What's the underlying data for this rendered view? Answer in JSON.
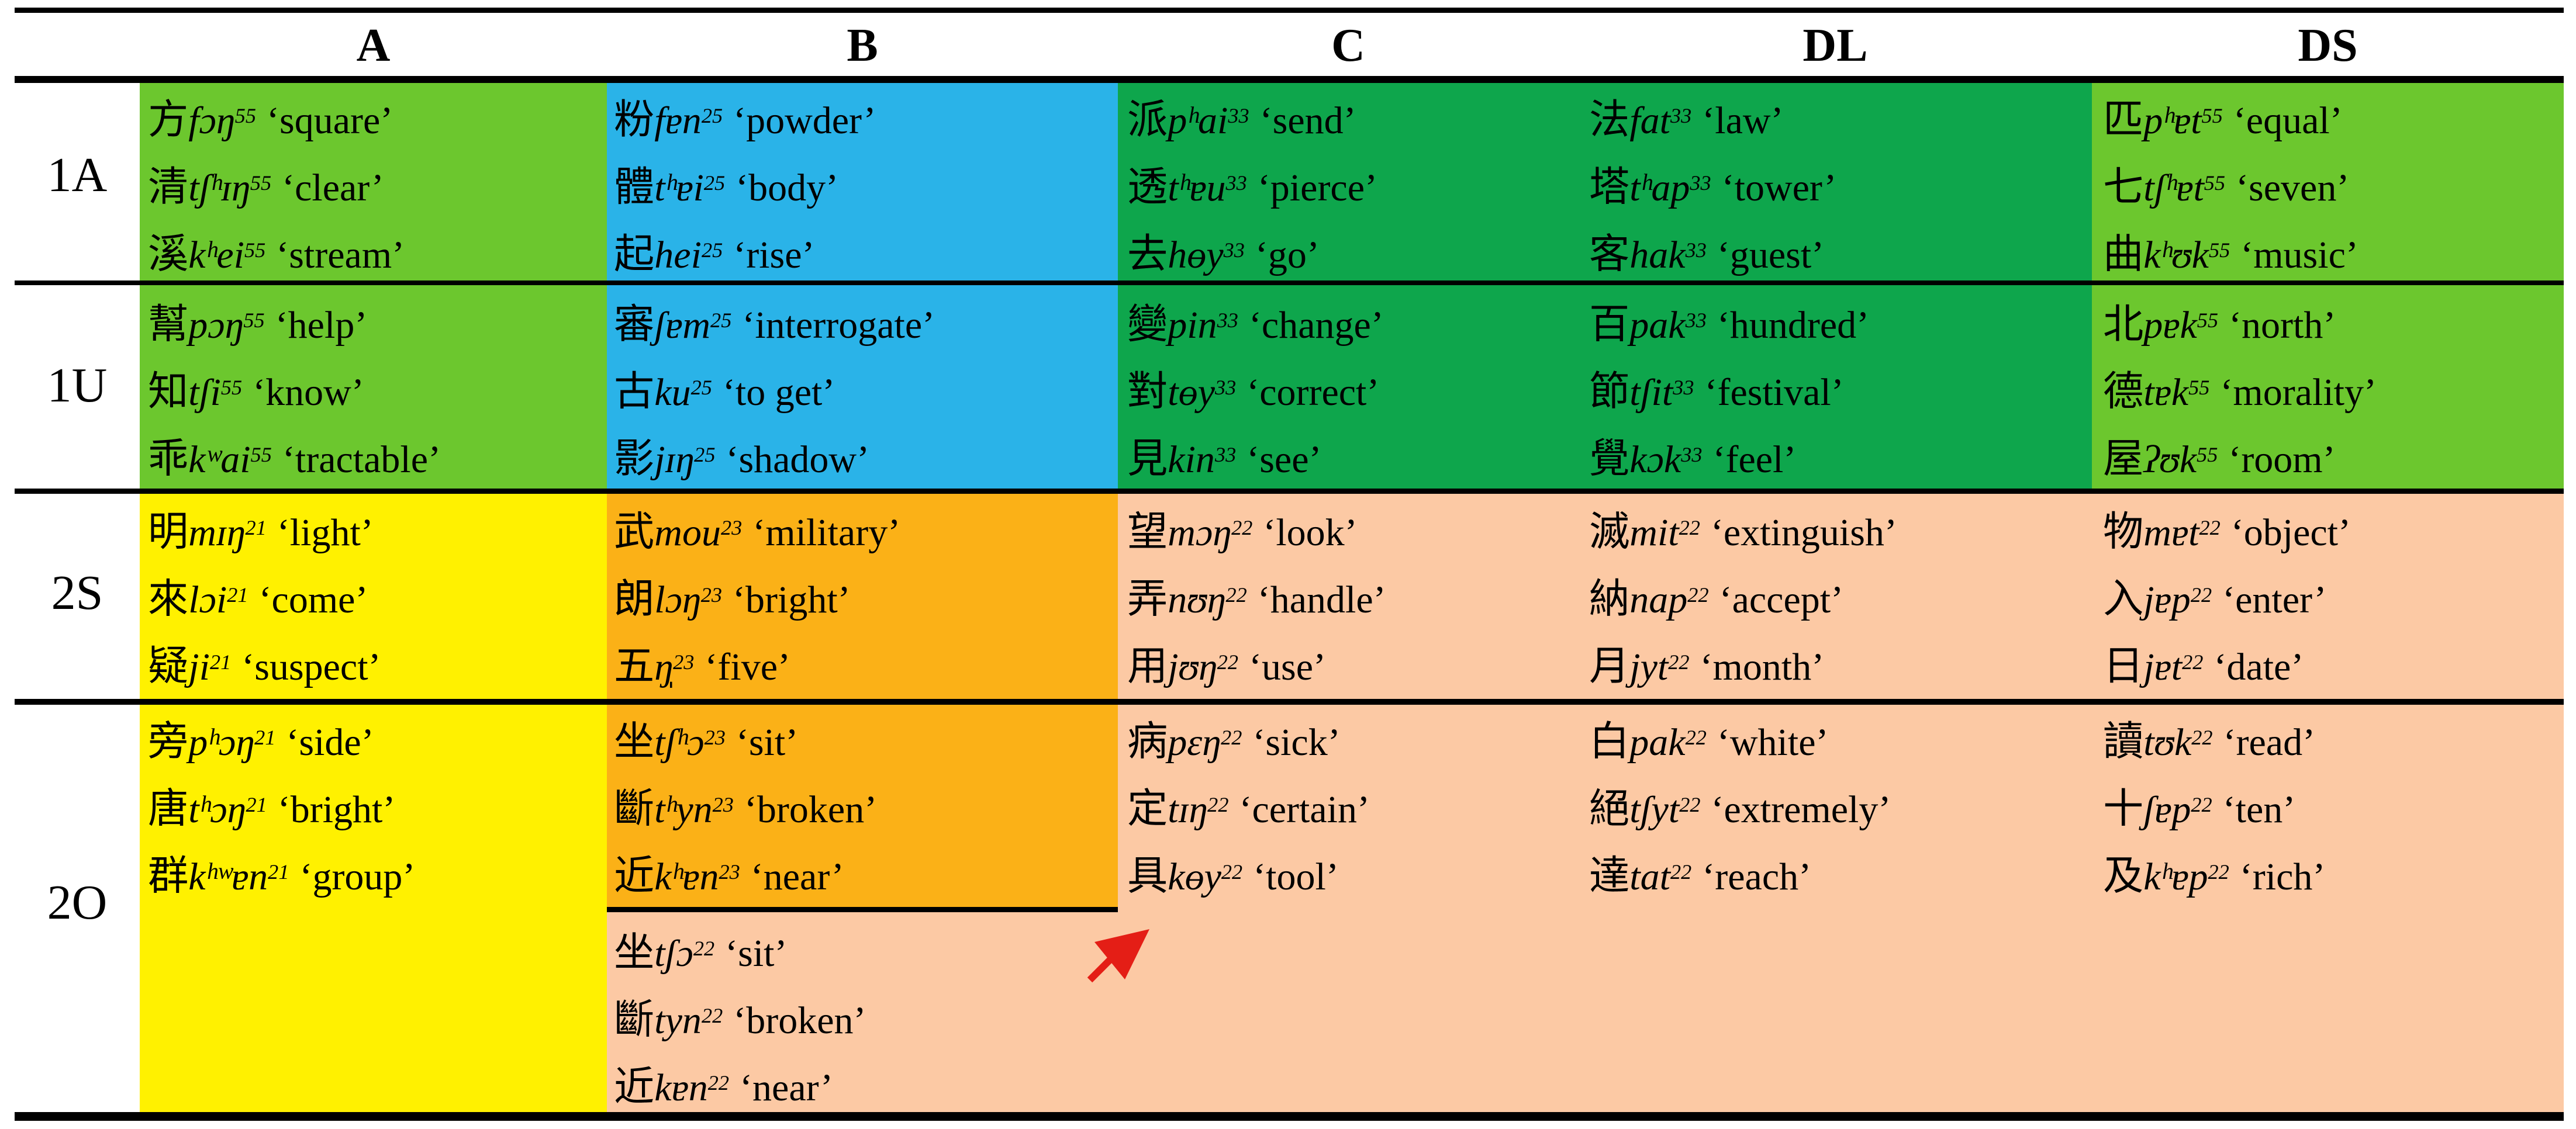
{
  "palette": {
    "light_green": "#6CC72E",
    "blue": "#2AB3E8",
    "dark_green": "#0EA64C",
    "yellow": "#FFF100",
    "orange": "#FBB117",
    "peach": "#FCC9A4",
    "arrow_red": "#E41E16",
    "border_black": "#000000"
  },
  "header": {
    "col_a": "A",
    "col_b": "B",
    "col_c": "C",
    "col_dl": "DL",
    "col_ds": "DS"
  },
  "row_labels": {
    "r1": "1A",
    "r2": "1U",
    "r3": "2S",
    "r4": "2O"
  },
  "cells": {
    "r1a": {
      "color": "light_green",
      "entries": [
        {
          "han": "方",
          "ipa": "fɔŋ",
          "tone": "55",
          "gloss": "‘square’"
        },
        {
          "han": "清",
          "ipa": "tʃʰɪŋ",
          "tone": "55",
          "gloss": "‘clear’"
        },
        {
          "han": "溪",
          "ipa": "kʰei",
          "tone": "55",
          "gloss": "‘stream’"
        }
      ]
    },
    "r1b": {
      "color": "blue",
      "entries": [
        {
          "han": "粉",
          "ipa": "fɐn",
          "tone": "25",
          "gloss": "‘powder’"
        },
        {
          "han": "體",
          "ipa": "tʰɐi",
          "tone": "25",
          "gloss": "‘body’"
        },
        {
          "han": "起",
          "ipa": "hei",
          "tone": "25",
          "gloss": "‘rise’"
        }
      ]
    },
    "r1c": {
      "color": "dark_green",
      "entries": [
        {
          "han": "派",
          "ipa": "pʰai",
          "tone": "33",
          "gloss": "‘send’"
        },
        {
          "han": "透",
          "ipa": "tʰɐu",
          "tone": "33",
          "gloss": "‘pierce’"
        },
        {
          "han": "去",
          "ipa": "hɵy",
          "tone": "33",
          "gloss": "‘go’"
        }
      ]
    },
    "r1dl": {
      "color": "dark_green",
      "entries": [
        {
          "han": "法",
          "ipa": "fat",
          "tone": "33",
          "gloss": "‘law’"
        },
        {
          "han": "塔",
          "ipa": "tʰap",
          "tone": "33",
          "gloss": "‘tower’"
        },
        {
          "han": "客",
          "ipa": "hak",
          "tone": "33",
          "gloss": "‘guest’"
        }
      ]
    },
    "r1ds": {
      "color": "light_green",
      "entries": [
        {
          "han": "匹",
          "ipa": "pʰɐt",
          "tone": "55",
          "gloss": "‘equal’"
        },
        {
          "han": "七",
          "ipa": "tʃʰɐt",
          "tone": "55",
          "gloss": "‘seven’"
        },
        {
          "han": "曲",
          "ipa": "kʰʊk",
          "tone": "55",
          "gloss": "‘music’"
        }
      ]
    },
    "r2a": {
      "color": "light_green",
      "entries": [
        {
          "han": "幫",
          "ipa": "pɔŋ",
          "tone": "55",
          "gloss": "‘help’"
        },
        {
          "han": "知",
          "ipa": "tʃi",
          "tone": "55",
          "gloss": "‘know’"
        },
        {
          "han": "乖",
          "ipa": "kʷai",
          "tone": "55",
          "gloss": "‘tractable’"
        }
      ]
    },
    "r2b": {
      "color": "blue",
      "entries": [
        {
          "han": "審",
          "ipa": "ʃɐm",
          "tone": "25",
          "gloss": "‘interrogate’"
        },
        {
          "han": "古",
          "ipa": "ku",
          "tone": "25",
          "gloss": "‘to get’"
        },
        {
          "han": "影",
          "ipa": "jɪŋ",
          "tone": "25",
          "gloss": "‘shadow’"
        }
      ]
    },
    "r2c": {
      "color": "dark_green",
      "entries": [
        {
          "han": "變",
          "ipa": "pin",
          "tone": "33",
          "gloss": "‘change’"
        },
        {
          "han": "對",
          "ipa": "tɵy",
          "tone": "33",
          "gloss": "‘correct’"
        },
        {
          "han": "見",
          "ipa": "kin",
          "tone": "33",
          "gloss": "‘see’"
        }
      ]
    },
    "r2dl": {
      "color": "dark_green",
      "entries": [
        {
          "han": "百",
          "ipa": "pak",
          "tone": "33",
          "gloss": "‘hundred’"
        },
        {
          "han": "節",
          "ipa": "tʃit",
          "tone": "33",
          "gloss": "‘festival’"
        },
        {
          "han": "覺",
          "ipa": "kɔk",
          "tone": "33",
          "gloss": "‘feel’"
        }
      ]
    },
    "r2ds": {
      "color": "light_green",
      "entries": [
        {
          "han": "北",
          "ipa": "pɐk",
          "tone": "55",
          "gloss": "‘north’"
        },
        {
          "han": "德",
          "ipa": "tɐk",
          "tone": "55",
          "gloss": "‘morality’"
        },
        {
          "han": "屋",
          "ipa": "ʔʊk",
          "tone": "55",
          "gloss": "‘room’"
        }
      ]
    },
    "r3a": {
      "color": "yellow",
      "entries": [
        {
          "han": "明",
          "ipa": "mɪŋ",
          "tone": "21",
          "gloss": "‘light’"
        },
        {
          "han": "來",
          "ipa": "lɔi",
          "tone": "21",
          "gloss": "‘come’"
        },
        {
          "han": "疑",
          "ipa": "ji",
          "tone": "21",
          "gloss": "‘suspect’"
        }
      ]
    },
    "r3b": {
      "color": "orange",
      "entries": [
        {
          "han": "武",
          "ipa": "mou",
          "tone": "23",
          "gloss": "‘military’"
        },
        {
          "han": "朗",
          "ipa": "lɔŋ",
          "tone": "23",
          "gloss": "‘bright’"
        },
        {
          "han": "五",
          "ipa": "ŋ̩",
          "tone": "23",
          "gloss": "‘five’"
        }
      ]
    },
    "r3c": {
      "color": "peach",
      "entries": [
        {
          "han": "望",
          "ipa": "mɔŋ",
          "tone": "22",
          "gloss": "‘look’"
        },
        {
          "han": "弄",
          "ipa": "nʊŋ",
          "tone": "22",
          "gloss": "‘handle’"
        },
        {
          "han": "用",
          "ipa": "jʊŋ",
          "tone": "22",
          "gloss": "‘use’"
        }
      ]
    },
    "r3dl": {
      "color": "peach",
      "entries": [
        {
          "han": "滅",
          "ipa": "mit",
          "tone": "22",
          "gloss": "‘extinguish’"
        },
        {
          "han": "納",
          "ipa": "nap",
          "tone": "22",
          "gloss": "‘accept’"
        },
        {
          "han": "月",
          "ipa": "jyt",
          "tone": "22",
          "gloss": "‘month’"
        }
      ]
    },
    "r3ds": {
      "color": "peach",
      "entries": [
        {
          "han": "物",
          "ipa": "mɐt",
          "tone": "22",
          "gloss": "‘object’"
        },
        {
          "han": "入",
          "ipa": "jɐp",
          "tone": "22",
          "gloss": "‘enter’"
        },
        {
          "han": "日",
          "ipa": "jɐt",
          "tone": "22",
          "gloss": "‘date’"
        }
      ]
    },
    "r4a": {
      "color": "yellow",
      "entries": [
        {
          "han": "旁",
          "ipa": "pʰɔŋ",
          "tone": "21",
          "gloss": "‘side’"
        },
        {
          "han": "唐",
          "ipa": "tʰɔŋ",
          "tone": "21",
          "gloss": "‘bright’"
        },
        {
          "han": "群",
          "ipa": "kʰʷɐn",
          "tone": "21",
          "gloss": "‘group’"
        }
      ]
    },
    "r4b_upper": {
      "color": "orange",
      "entries": [
        {
          "han": "坐",
          "ipa": "tʃʰɔ",
          "tone": "23",
          "gloss": "‘sit’"
        },
        {
          "han": "斷",
          "ipa": "tʰyn",
          "tone": "23",
          "gloss": "‘broken’"
        },
        {
          "han": "近",
          "ipa": "kʰɐn",
          "tone": "23",
          "gloss": "‘near’"
        }
      ]
    },
    "r4b_lower": {
      "color": "peach",
      "entries": [
        {
          "han": "坐",
          "ipa": "tʃɔ",
          "tone": "22",
          "gloss": "‘sit’"
        },
        {
          "han": "斷",
          "ipa": "tyn",
          "tone": "22",
          "gloss": "‘broken’"
        },
        {
          "han": "近",
          "ipa": "kɐn",
          "tone": "22",
          "gloss": "‘near’"
        }
      ]
    },
    "r4c": {
      "color": "peach",
      "entries": [
        {
          "han": "病",
          "ipa": "pɛŋ",
          "tone": "22",
          "gloss": "‘sick’"
        },
        {
          "han": "定",
          "ipa": "tɪŋ",
          "tone": "22",
          "gloss": "‘certain’"
        },
        {
          "han": "具",
          "ipa": "kɵy",
          "tone": "22",
          "gloss": "‘tool’"
        }
      ]
    },
    "r4dl": {
      "color": "peach",
      "entries": [
        {
          "han": "白",
          "ipa": "pak",
          "tone": "22",
          "gloss": "‘white’"
        },
        {
          "han": "絕",
          "ipa": "tʃyt",
          "tone": "22",
          "gloss": "‘extremely’"
        },
        {
          "han": "達",
          "ipa": "tat",
          "tone": "22",
          "gloss": "‘reach’"
        }
      ]
    },
    "r4ds": {
      "color": "peach",
      "entries": [
        {
          "han": "讀",
          "ipa": "tʊk",
          "tone": "22",
          "gloss": "‘read’"
        },
        {
          "han": "十",
          "ipa": "ʃɐp",
          "tone": "22",
          "gloss": "‘ten’"
        },
        {
          "han": "及",
          "ipa": "kʰɐp",
          "tone": "22",
          "gloss": "‘rich’"
        }
      ]
    }
  }
}
